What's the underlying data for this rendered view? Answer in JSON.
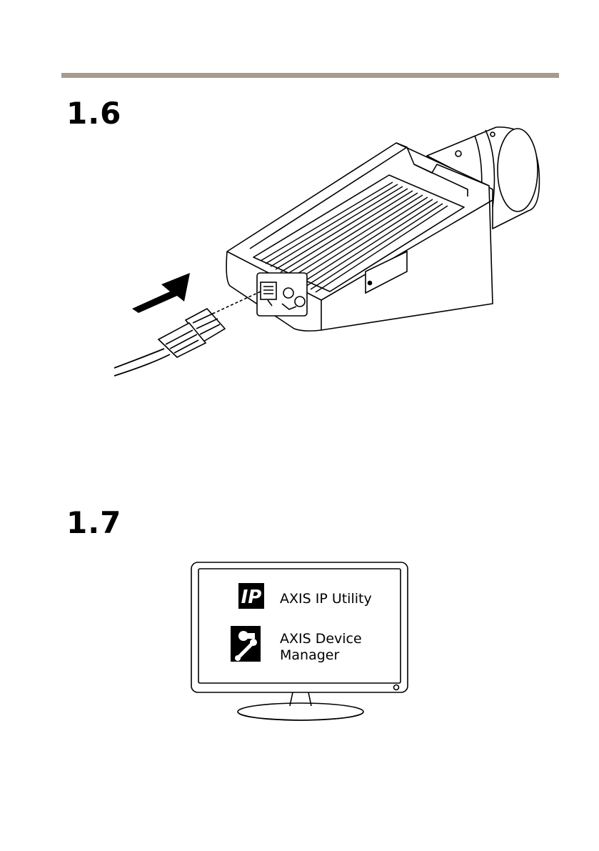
{
  "sections": [
    {
      "number": "1.6"
    },
    {
      "number": "1.7"
    }
  ],
  "apps": {
    "ip_utility": {
      "icon": "ip-utility-icon",
      "label": "AXIS IP Utility"
    },
    "device_manager": {
      "icon": "device-manager-icon",
      "label_line1": "AXIS Device",
      "label_line2": "Manager"
    }
  },
  "colors": {
    "rule": "#a89b8d"
  }
}
